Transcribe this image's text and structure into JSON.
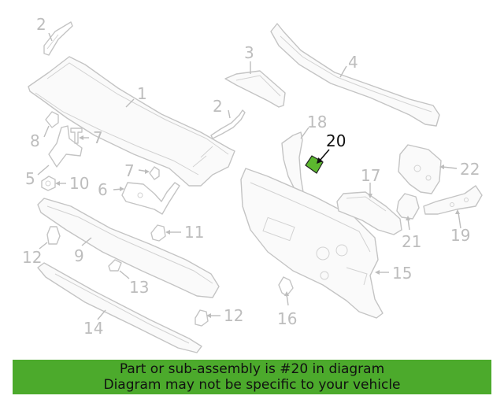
{
  "callouts": {
    "c1": "1",
    "c2a": "2",
    "c2b": "2",
    "c3": "3",
    "c4": "4",
    "c5": "5",
    "c6": "6",
    "c7a": "7",
    "c7b": "7",
    "c8": "8",
    "c9": "9",
    "c10": "10",
    "c11": "11",
    "c12a": "12",
    "c12b": "12",
    "c13": "13",
    "c14": "14",
    "c15": "15",
    "c16": "16",
    "c17": "17",
    "c18": "18",
    "c19": "19",
    "c20": "20",
    "c21": "21",
    "c22": "22"
  },
  "highlight": {
    "part_number": "20",
    "color": "#5cb82f"
  },
  "banner": {
    "line1": "Part or sub-assembly is #20 in diagram",
    "line2": "Diagram may not be specific to your vehicle",
    "color": "#4caa2c"
  }
}
